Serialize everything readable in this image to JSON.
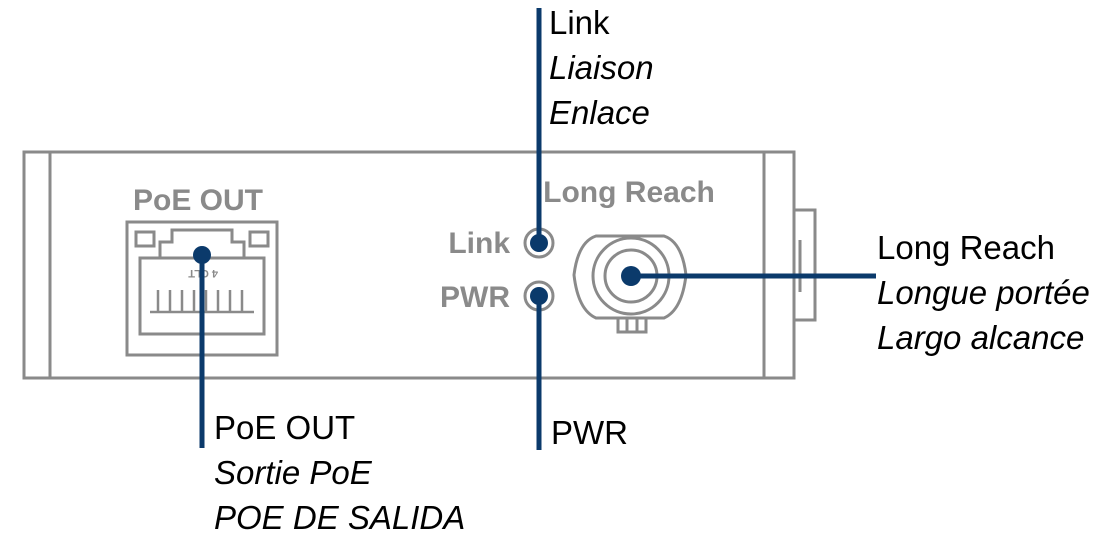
{
  "colors": {
    "outline": "#8a8a8a",
    "leader": "#0b3a6b",
    "text": "#000000"
  },
  "panel": {
    "poe_label": "PoE OUT",
    "long_reach_label": "Long Reach",
    "link_led_label": "Link",
    "pwr_led_label": "PWR",
    "port_text": "4 CLT"
  },
  "callouts": {
    "link": [
      "Link",
      "Liaison",
      "Enlace"
    ],
    "long_reach": [
      "Long Reach",
      "Longue portée",
      "Largo alcance"
    ],
    "poe_out": [
      "PoE OUT",
      "Sortie PoE",
      "POE DE SALIDA"
    ],
    "pwr": [
      "PWR"
    ]
  }
}
